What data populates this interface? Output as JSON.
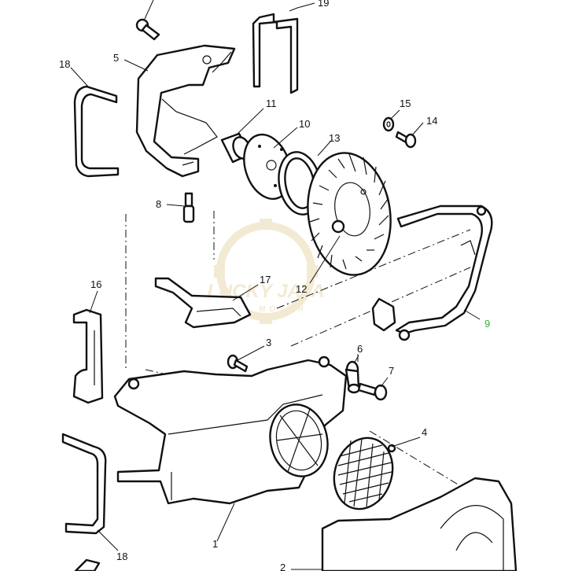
{
  "watermark": {
    "brand": "LUCKY JAYA",
    "sub": "MOTOR"
  },
  "callouts": {
    "c1": "1",
    "c2": "2",
    "c3": "3",
    "c4": "4",
    "c5": "5",
    "c6": "6",
    "c7": "7",
    "c8": "8",
    "c9": "9",
    "c10": "10",
    "c11": "11",
    "c12": "12",
    "c13": "13",
    "c14": "14",
    "c15": "15",
    "c16": "16",
    "c17": "17",
    "c18a": "18",
    "c18b": "18",
    "c19": "19"
  },
  "colors": {
    "line": "#111111",
    "highlight_label": "#35b335",
    "watermark": "#c9a23a",
    "background": "#ffffff"
  }
}
